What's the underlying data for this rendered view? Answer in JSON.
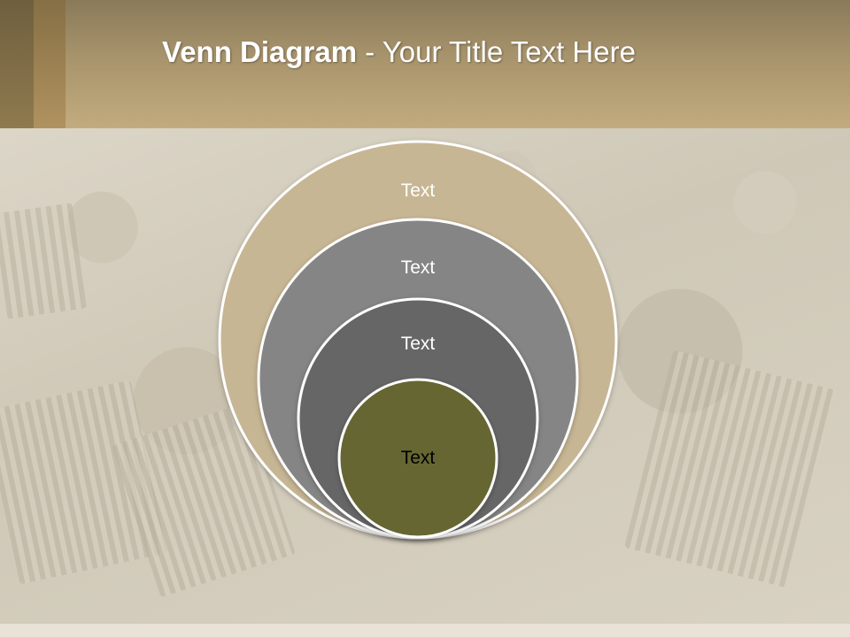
{
  "title": {
    "bold": "Venn Diagram",
    "rest": " - Your Title Text Here"
  },
  "circles": [
    {
      "label": "Text",
      "fill": "#c7b694",
      "label_color": "#ffffff"
    },
    {
      "label": "Text",
      "fill": "#858585",
      "label_color": "#ffffff"
    },
    {
      "label": "Text",
      "fill": "#666666",
      "label_color": "#ffffff"
    },
    {
      "label": "Text",
      "fill": "#666633",
      "label_color": "#000000"
    }
  ],
  "colors": {
    "header": "#a8946c",
    "ring_stroke": "#ffffff"
  }
}
